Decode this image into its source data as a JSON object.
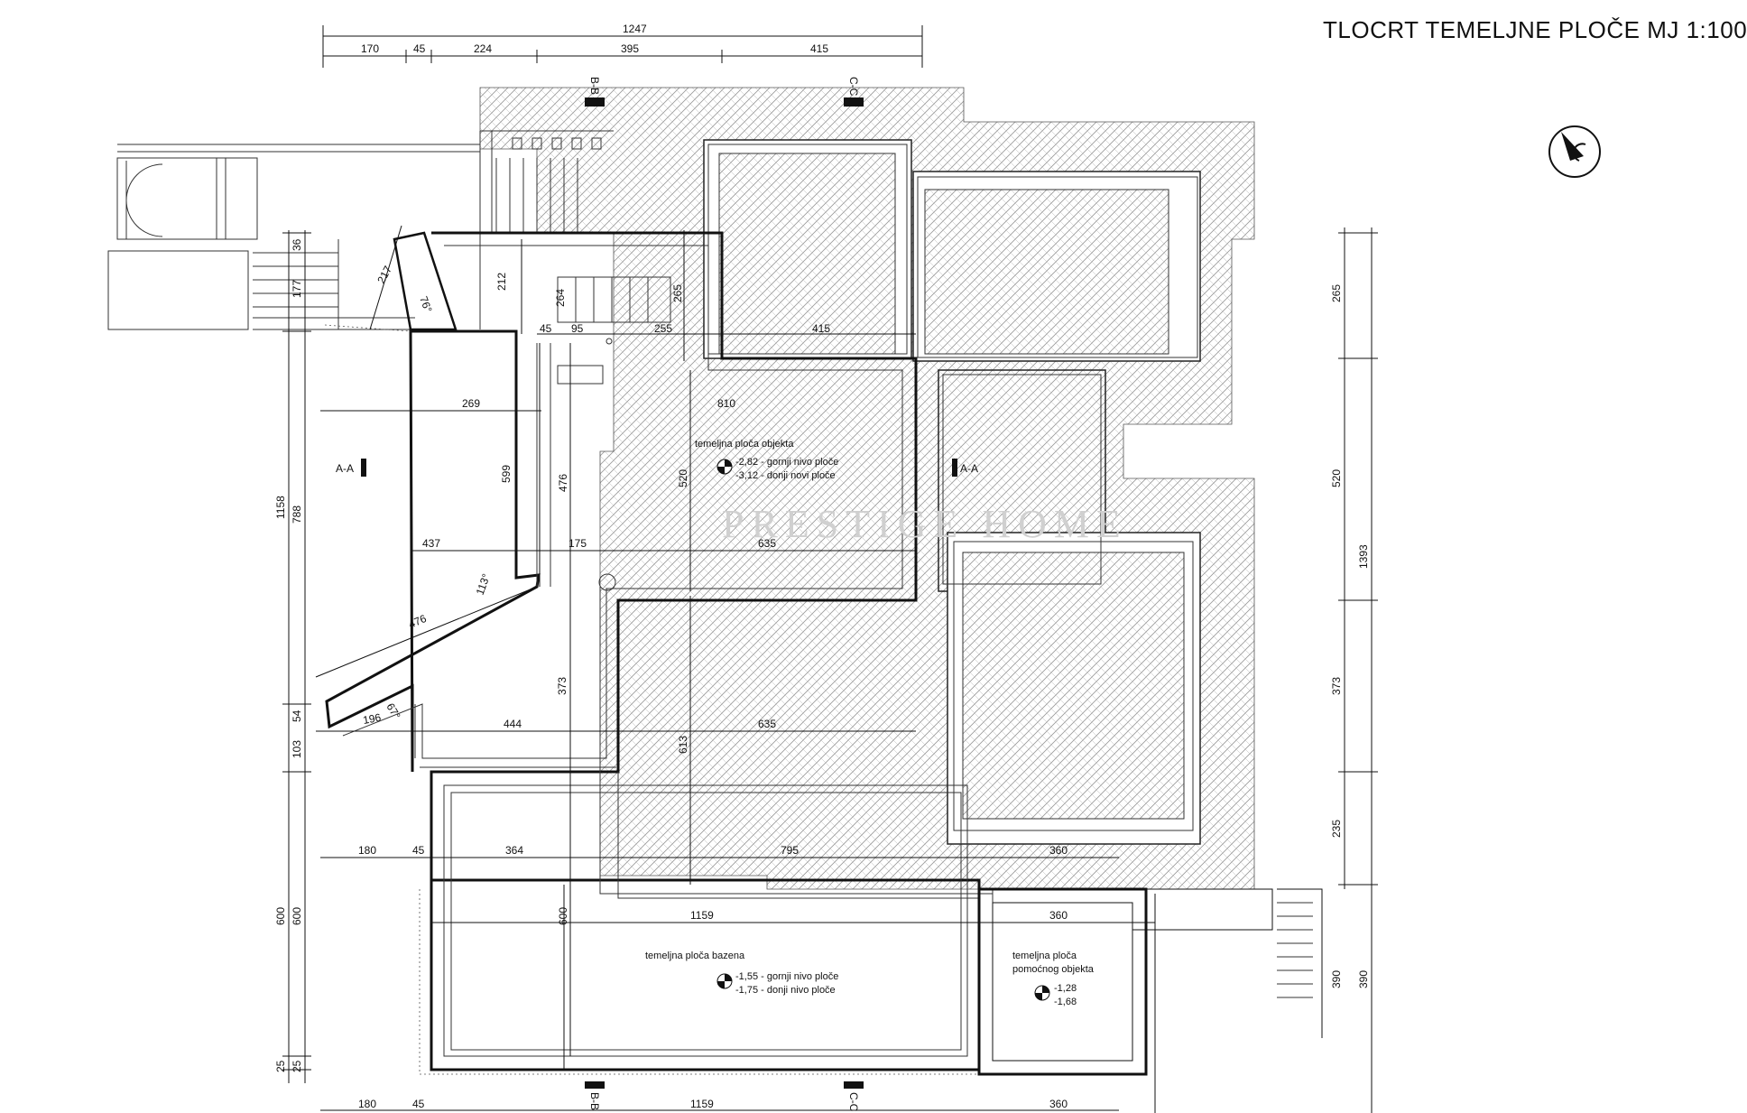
{
  "title": "TLOCRT TEMELJNE  PLOČE MJ 1:100",
  "watermark": "PRESTIGE HOME",
  "labels": {
    "main_slab": "temeljna ploča objekta",
    "main_top": "-2,82 - gornji nivo ploče",
    "main_bottom": "-3,12 - donji novi ploče",
    "pool_slab": "temeljna ploča bazena",
    "pool_top": "-1,55 - gornji nivo ploče",
    "pool_bottom": "-1,75 - donji nivo ploče",
    "aux_slab": "temeljna ploča",
    "aux_slab2": "pomoćnog objekta",
    "aux_top": "-1,28",
    "aux_bottom": "-1,68"
  },
  "sections": {
    "aa": "A-A",
    "bb": "B-B",
    "cc": "C-C"
  },
  "dims": {
    "top_total": "1247",
    "top": [
      "170",
      "45",
      "224",
      "395",
      "415"
    ],
    "right_outer": [
      "265",
      "520",
      "373",
      "235",
      "390"
    ],
    "right_total": "1393",
    "right_inner_390": "390",
    "left_total": "1158",
    "left_788": "788",
    "left_small": [
      "36",
      "177",
      "54",
      "103"
    ],
    "left_600a": "600",
    "left_600b": "600",
    "left_25a": "25",
    "left_25b": "25",
    "mid": [
      "217",
      "212",
      "264",
      "265",
      "599",
      "476",
      "520",
      "373",
      "613",
      "600"
    ],
    "row_45_95_255_415": [
      "45",
      "95",
      "255",
      "415"
    ],
    "row_269": "269",
    "row_810": "810",
    "row_437_175_635": [
      "437",
      "175",
      "635"
    ],
    "row_476": "476",
    "row_196": "196",
    "row_444_635": [
      "444",
      "635"
    ],
    "row_180_45_364_795_360": [
      "180",
      "45",
      "364",
      "795",
      "360"
    ],
    "row_1159_360": [
      "1159",
      "360"
    ],
    "bottom": [
      "180",
      "45",
      "1159",
      "360"
    ],
    "angles": [
      "76°",
      "113°",
      "67°"
    ]
  },
  "colors": {
    "line": "#111111",
    "hatch": "#9a9a9a",
    "watermark": "#d0d0d0"
  }
}
